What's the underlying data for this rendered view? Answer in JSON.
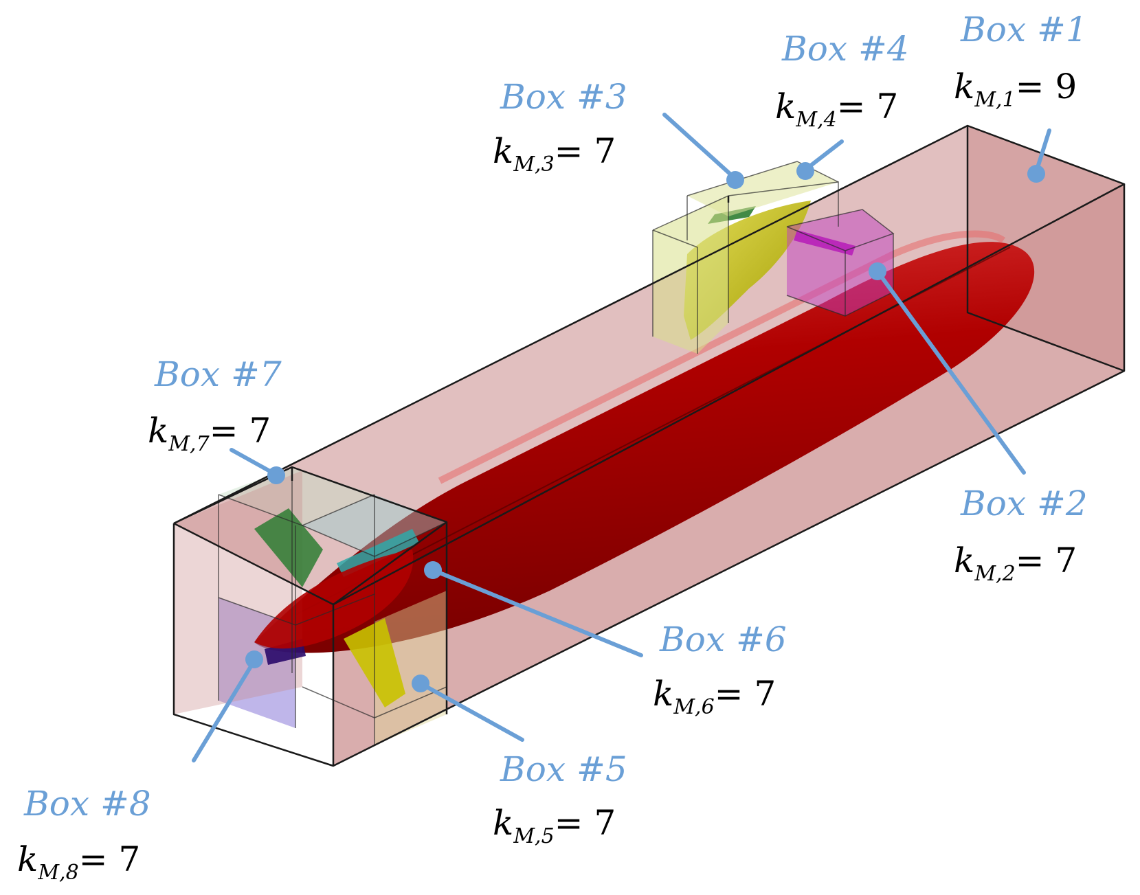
{
  "colors": {
    "label_blue": "#6a9fd6",
    "hull_red": "#b00000",
    "box_pink": "#c98a8a",
    "sail_yellow": "#c9c200",
    "fin_green": "#2e7d32",
    "fin_magenta": "#b000b0",
    "fin_cyan": "#2fa8a8",
    "fin_purple": "#6c5bb8"
  },
  "boxes": [
    {
      "id": 1,
      "title": "Box #1",
      "k_main": "k",
      "k_sub": "M,1",
      "k_value": "= 9"
    },
    {
      "id": 2,
      "title": "Box #2",
      "k_main": "k",
      "k_sub": "M,2",
      "k_value": "= 7"
    },
    {
      "id": 3,
      "title": "Box #3",
      "k_main": "k",
      "k_sub": "M,3",
      "k_value": "= 7"
    },
    {
      "id": 4,
      "title": "Box #4",
      "k_main": "k",
      "k_sub": "M,4",
      "k_value": "= 7"
    },
    {
      "id": 5,
      "title": "Box #5",
      "k_main": "k",
      "k_sub": "M,5",
      "k_value": "= 7"
    },
    {
      "id": 6,
      "title": "Box #6",
      "k_main": "k",
      "k_sub": "M,6",
      "k_value": "= 7"
    },
    {
      "id": 7,
      "title": "Box #7",
      "k_main": "k",
      "k_sub": "M,7",
      "k_value": "= 7"
    },
    {
      "id": 8,
      "title": "Box #8",
      "k_main": "k",
      "k_sub": "M,8",
      "k_value": "= 7"
    }
  ]
}
